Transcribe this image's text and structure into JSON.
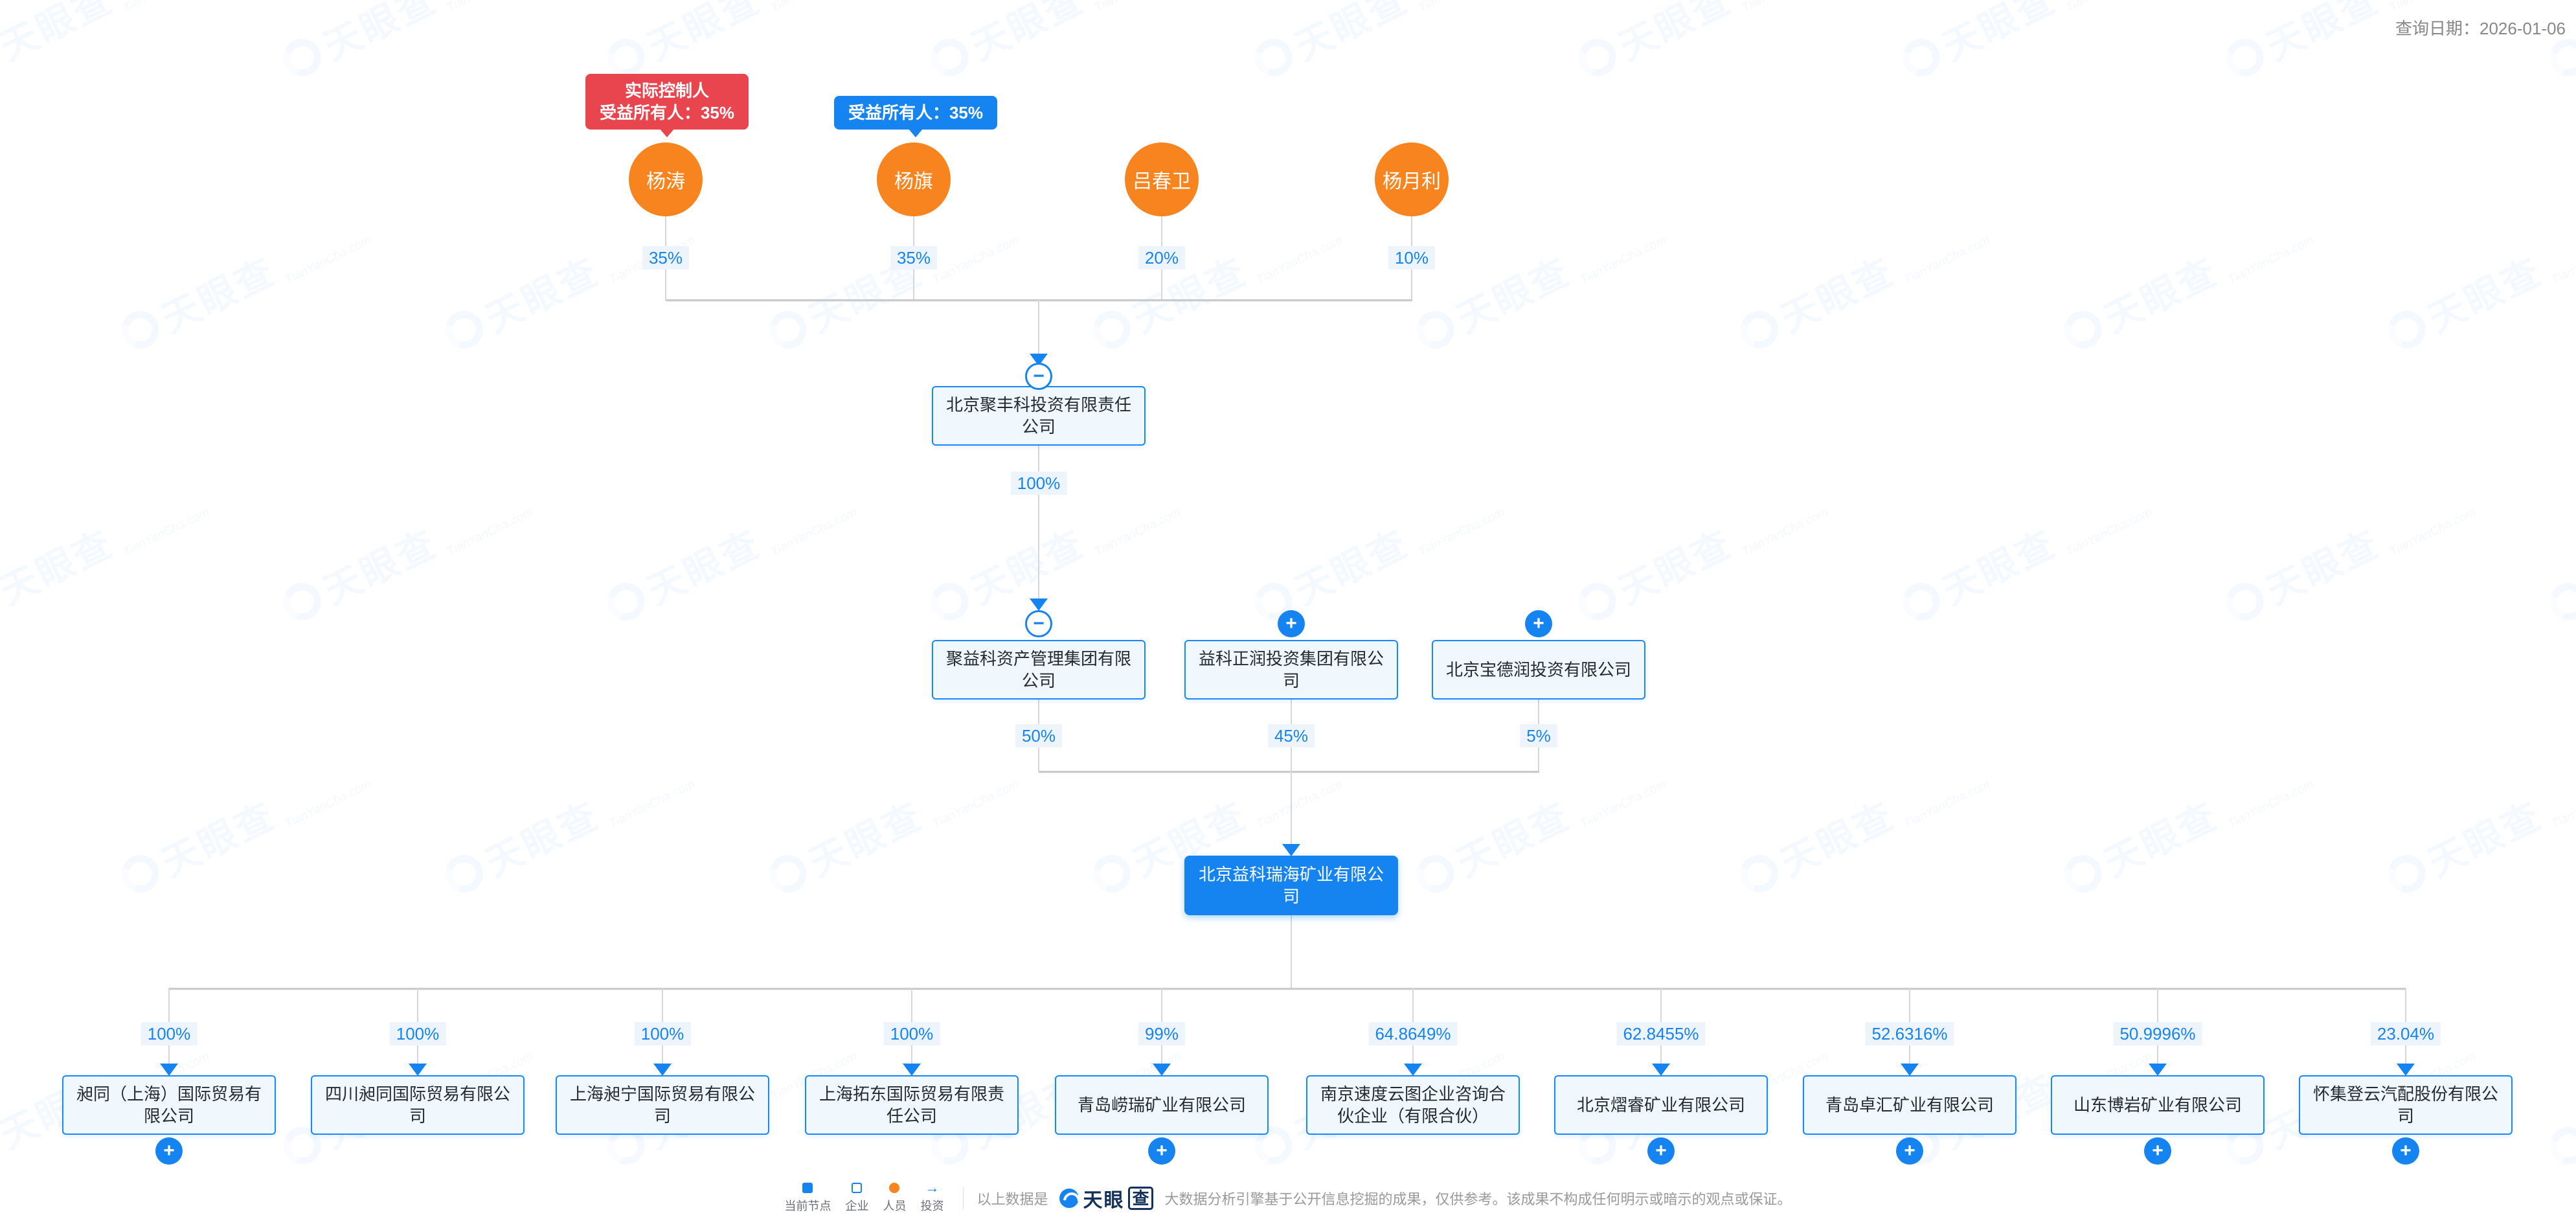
{
  "meta": {
    "query_date": "查询日期：2026-01-06"
  },
  "icons": {
    "plus": "+",
    "minus": "−",
    "invest_arrow": "→"
  },
  "colors": {
    "accent_blue": "#1584f0",
    "node_border": "#1989fa",
    "node_fill": "#f0f8fe",
    "current_node_fill": "#1584f0",
    "person_orange": "#f7841e",
    "controller_red": "#e8454f",
    "line_gray": "#d5d7da"
  },
  "badges": {
    "controller": {
      "line1": "实际控制人",
      "line2": "受益所有人：35%"
    },
    "beneficial": {
      "line1": "受益所有人：35%"
    }
  },
  "shareholders": [
    {
      "name": "杨涛",
      "percent": "35%"
    },
    {
      "name": "杨旗",
      "percent": "35%"
    },
    {
      "name": "吕春卫",
      "percent": "20%"
    },
    {
      "name": "杨月利",
      "percent": "10%"
    }
  ],
  "level1": {
    "name": "北京聚丰科投资有限责任公司",
    "percent_down": "100%"
  },
  "level2": [
    {
      "name": "聚益科资产管理集团有限公司",
      "percent": "50%"
    },
    {
      "name": "益科正润投资集团有限公司",
      "percent": "45%"
    },
    {
      "name": "北京宝德润投资有限公司",
      "percent": "5%"
    }
  ],
  "current_company": {
    "name": "北京益科瑞海矿业有限公司"
  },
  "subsidiaries": [
    {
      "name": "昶同（上海）国际贸易有限公司",
      "percent": "100%"
    },
    {
      "name": "四川昶同国际贸易有限公司",
      "percent": "100%"
    },
    {
      "name": "上海昶宁国际贸易有限公司",
      "percent": "100%"
    },
    {
      "name": "上海拓东国际贸易有限责任公司",
      "percent": "100%"
    },
    {
      "name": "青岛崂瑞矿业有限公司",
      "percent": "99%"
    },
    {
      "name": "南京速度云图企业咨询合伙企业（有限合伙）",
      "percent": "64.8649%"
    },
    {
      "name": "北京熠睿矿业有限公司",
      "percent": "62.8455%"
    },
    {
      "name": "青岛卓汇矿业有限公司",
      "percent": "52.6316%"
    },
    {
      "name": "山东博岩矿业有限公司",
      "percent": "50.9996%"
    },
    {
      "name": "怀集登云汽配股份有限公司",
      "percent": "23.04%"
    }
  ],
  "legend": {
    "current_node": "当前节点",
    "company": "企业",
    "person": "人员",
    "invest": "投资"
  },
  "footer": {
    "prefix": "以上数据是",
    "brand_main": "天眼",
    "brand_boxed": "查",
    "disclaimer": "大数据分析引擎基于公开信息挖掘的成果，仅供参考。该成果不构成任何明示或暗示的观点或保证。"
  },
  "watermark": {
    "big": "天眼查",
    "small": "TianYanCha.com"
  }
}
